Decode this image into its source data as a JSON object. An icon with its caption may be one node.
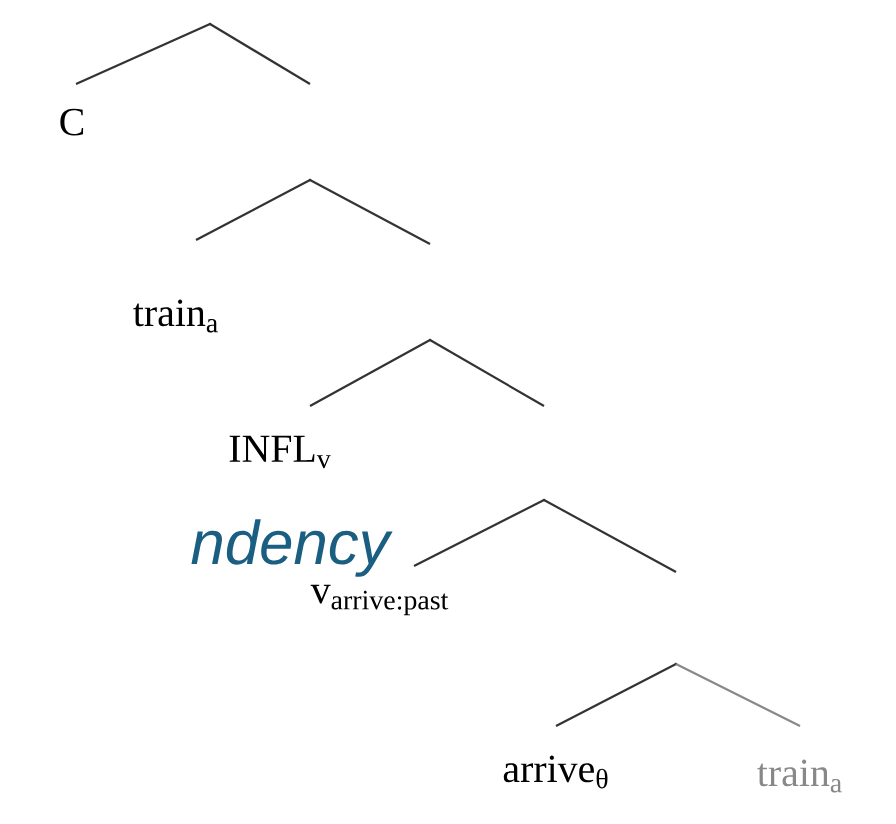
{
  "diagram": {
    "nodes": [
      {
        "text": [],
        "shape": "point"
      },
      {
        "text": [
          "C"
        ]
      },
      {
        "text": [],
        "shape": "point"
      },
      {
        "text": [
          "train$_{a}$"
        ]
      },
      {
        "text": [],
        "shape": "point"
      },
      {
        "text": [
          "INFL$_{v}$"
        ]
      },
      {
        "text": [],
        "shape": "point"
      },
      {
        "text": [
          "\\text{v}_{\\text{arrive:past}}"
        ]
      },
      {
        "text": [],
        "shape": "point"
      },
      {
        "text": [
          "arrive$_{θ}$"
        ]
      },
      {
        "text": [
          "train$_{a}$"
        ]
      }
    ],
    "edges": [
      {
        "from": 0,
        "to": 1,
        "arrow": "none"
      },
      {
        "from": 0,
        "to": 2,
        "arrow": "none"
      },
      {
        "from": 2,
        "to": 3,
        "arrow": "none"
      },
      {
        "from": 2,
        "to": 4,
        "arrow": "none"
      },
      {
        "from": 4,
        "to": 5,
        "arrow": "none"
      },
      {
        "from": 4,
        "to": 6,
        "arrow": "none"
      },
      {
        "from": 6,
        "to": 7,
        "arrow": "none"
      },
      {
        "from": 6,
        "to": 8,
        "arrow": "none"
      },
      {
        "from": 8,
        "to": 9,
        "arrow": "none"
      },
      {
        "from": 8,
        "to": 10,
        "arrow": "none",
        "color": "#888888"
      }
    ],
    "labels": [
      "ndency"
    ]
  }
}
